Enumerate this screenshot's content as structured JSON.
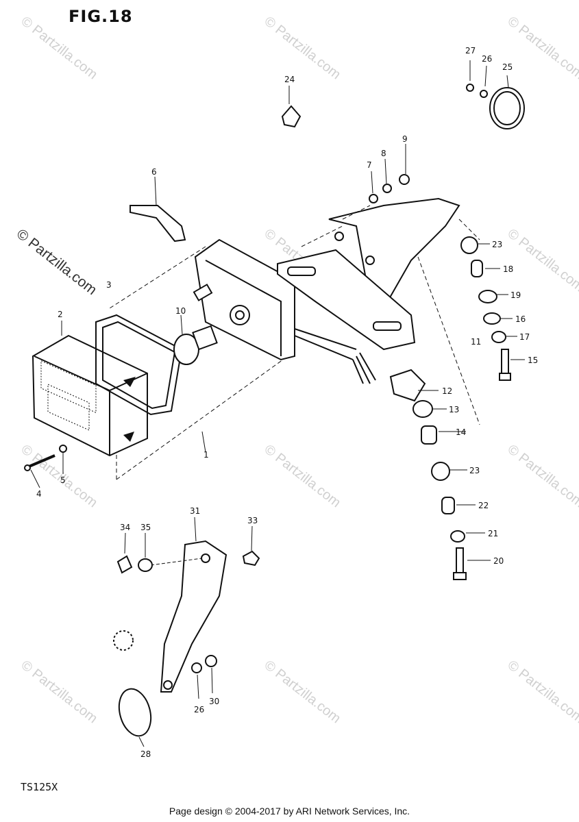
{
  "figure": {
    "title": "FIG.18",
    "model": "TS125X"
  },
  "footer": {
    "text": "Page design © 2004-2017 by ARI Network Services, Inc."
  },
  "watermark": {
    "text": "© Partzilla.com"
  },
  "callouts": {
    "p1": "1",
    "p2": "2",
    "p3": "3",
    "p4": "4",
    "p5": "5",
    "p6": "6",
    "p7": "7",
    "p8": "8",
    "p9": "9",
    "p10": "10",
    "p11": "11",
    "p12": "12",
    "p13": "13",
    "p14": "14",
    "p15": "15",
    "p16": "16",
    "p17": "17",
    "p18": "18",
    "p19": "19",
    "p20": "20",
    "p21": "21",
    "p22": "22",
    "p23a": "23",
    "p23b": "23",
    "p24": "24",
    "p25": "25",
    "p26": "26",
    "p27": "27",
    "p31": "31",
    "p33": "33",
    "p34": "34",
    "p35": "35",
    "p26b": "26",
    "p30": "30",
    "p28": "28"
  }
}
